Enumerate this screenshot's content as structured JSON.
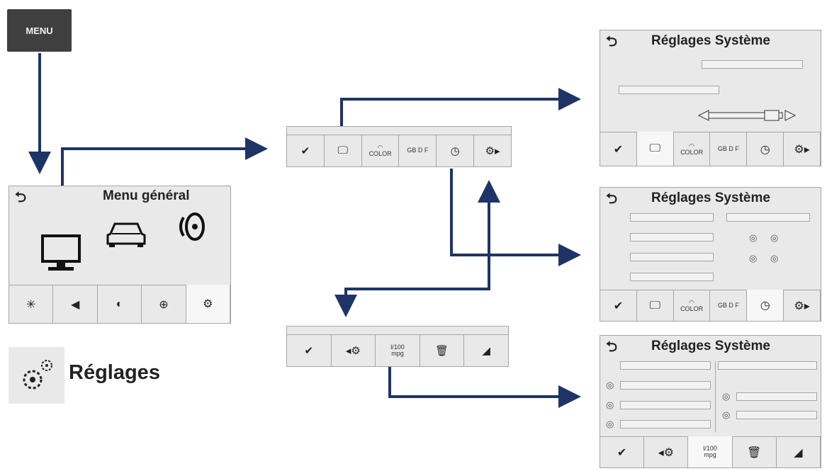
{
  "menu_button": {
    "label": "MENU"
  },
  "main_menu": {
    "title": "Menu général",
    "back": "⮌",
    "tabs": [
      "bluetooth-phone-icon",
      "navigation-icon",
      "media-icon",
      "globe-icon",
      "settings-icon"
    ]
  },
  "reglages": {
    "label": "Réglages"
  },
  "strip_top": {
    "tabs": [
      "check-icon",
      "display-icon",
      "color-icon",
      "language-icon",
      "date-time-icon",
      "advanced-settings-icon"
    ],
    "color_text": "COLOR",
    "lang_text": "GB D F"
  },
  "strip_bottom": {
    "tabs": [
      "check-icon",
      "back-settings-icon",
      "units-icon",
      "reset-icon",
      "factory-icon"
    ],
    "units_top": "l/100",
    "units_bottom": "mpg"
  },
  "system_panels": [
    {
      "title": "Réglages Système",
      "selected_tab": 1
    },
    {
      "title": "Réglages Système",
      "selected_tab": 4
    },
    {
      "title": "Réglages Système",
      "selected_tab": 2
    }
  ],
  "colors": {
    "arrow": "#1f3466",
    "panel_bg": "#e9e9e9",
    "border": "#a6a6a6"
  }
}
